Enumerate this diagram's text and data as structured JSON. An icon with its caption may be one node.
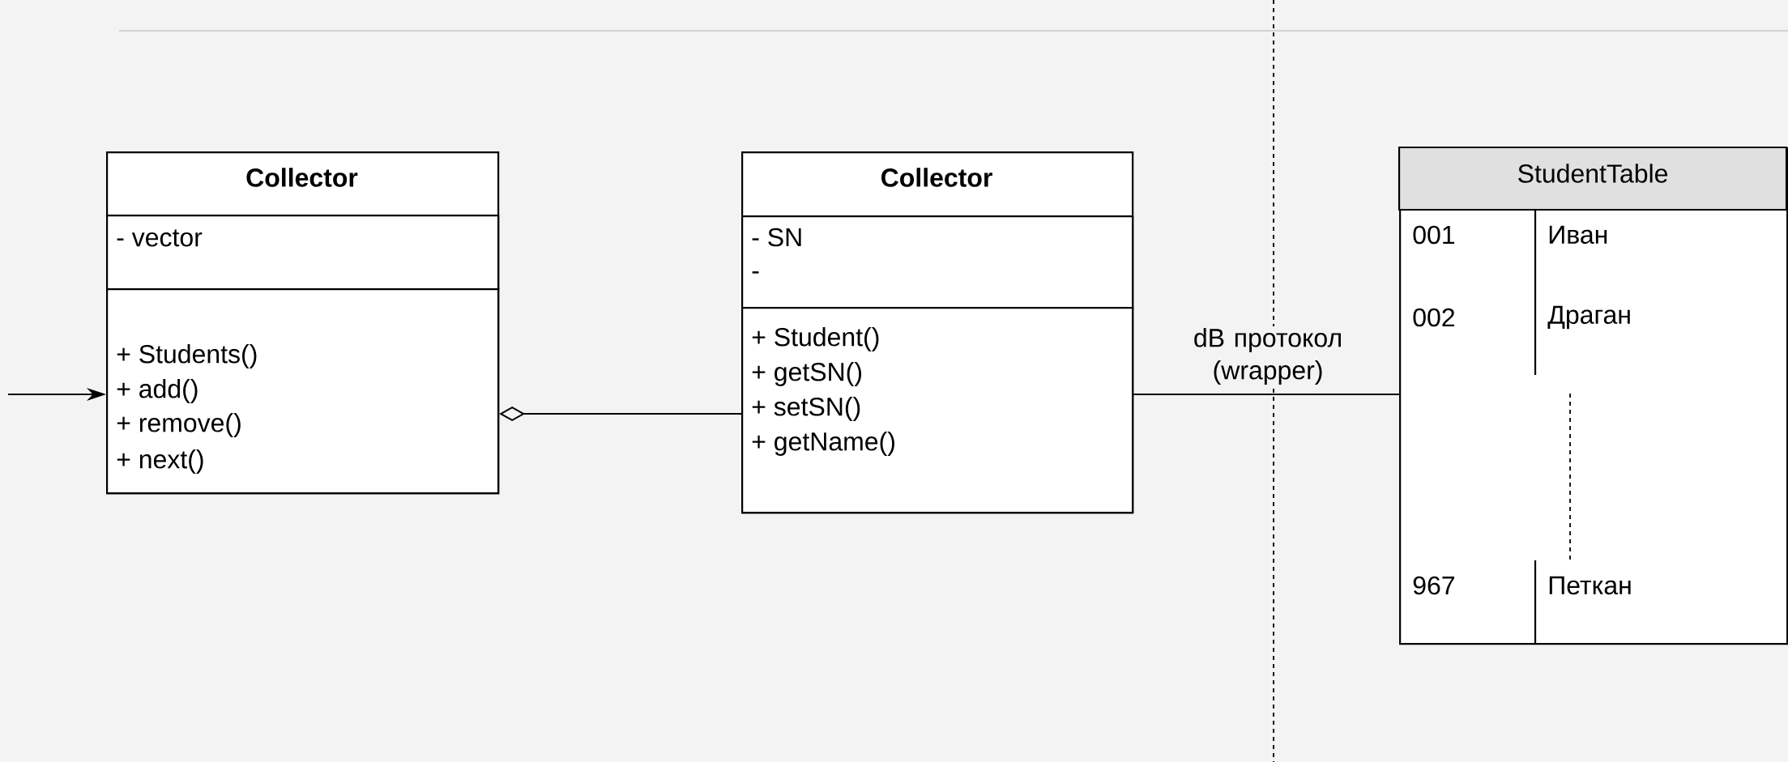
{
  "diagram": {
    "nodes": [
      {
        "text": [
          "Collector"
        ]
      },
      {
        "text": [
          "- vector"
        ],
        "in": 0
      },
      {
        "text": [
          "+ Students()",
          "+ add()",
          "+ remove()",
          "+ next()"
        ],
        "in": 0
      },
      {
        "text": [
          "Collector"
        ]
      },
      {
        "text": [
          "- SN",
          "-"
        ],
        "in": 3
      },
      {
        "text": [
          "+ Student()",
          "+ getSN()",
          "+ setSN()",
          "+ getName()"
        ],
        "in": 3
      },
      {
        "text": [
          "StudentTable"
        ]
      }
    ],
    "edges": [
      {
        "from": null,
        "to": 0,
        "arrow": "to"
      },
      {
        "from": 3,
        "to": 0,
        "arrow": "other"
      },
      {
        "from": 3,
        "to": 6,
        "arrow": "none",
        "label": "dB протокол (wrapper)"
      }
    ],
    "labels": [
      "001",
      "Иван",
      "002",
      "Драган",
      "967",
      "Петкан"
    ]
  }
}
